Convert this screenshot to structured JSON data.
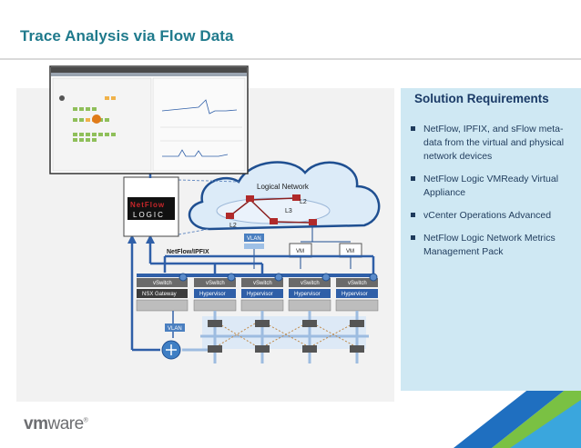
{
  "slide": {
    "title": "Trace Analysis via Flow Data"
  },
  "panel": {
    "heading": "Solution Requirements",
    "items": [
      "NetFlow, IPFIX, and sFlow meta-data from the virtual and physical network devices",
      "NetFlow Logic VMReady Virtual Appliance",
      "vCenter Operations Advanced",
      "NetFlow Logic Network Metrics Management Pack"
    ]
  },
  "diagram": {
    "logo_top": "NetFlow",
    "logo_bottom": "LOGIC",
    "logical_network": "Logical Network",
    "l2_right": "L2",
    "l3": "L3",
    "l2_left": "L2",
    "vlan_top": "VLAN",
    "vm_left": "VM",
    "vm_right": "VM",
    "netflow_ipfix": "NetFlow/IPFIX",
    "vswitch_label": "vSwitch",
    "nsx_gateway": "NSX Gateway",
    "hypervisor_label": "Hypervisor",
    "vlan_bottom": "VLAN"
  },
  "footer": {
    "logo_vm": "vm",
    "logo_ware": "ware",
    "logo_reg": "®"
  },
  "colors": {
    "title": "#1f7a8c",
    "panel_bg": "#cfe8f3",
    "arrow_blue": "#2f5fa8",
    "corner_green": "#7ac143",
    "corner_blue": "#1f6fc0"
  }
}
